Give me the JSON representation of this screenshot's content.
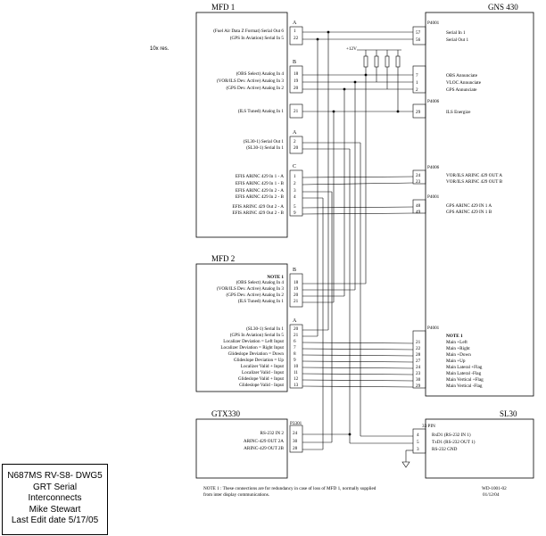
{
  "header": {
    "note": "10x res."
  },
  "boxes": {
    "mfd1": "MFD 1",
    "mfd2": "MFD 2",
    "gtx330": "GTX330",
    "gns430": "GNS 430",
    "sl30": "SL30"
  },
  "mfd1": {
    "conn_a1": "A",
    "conn_b": "B",
    "conn_a2": "A",
    "conn_c": "C",
    "pins": [
      {
        "label": "(Fuel Air Data Z Format)  Serial Out 6",
        "pin": "1"
      },
      {
        "label": "(GPS In Aviation)  Serial In 5",
        "pin": "22"
      },
      {
        "label": "(OBS Select)  Analog In 4",
        "pin": "18"
      },
      {
        "label": "(VOR/ILS Dev. Active)  Analog In 3",
        "pin": "19"
      },
      {
        "label": "(GPS Dev. Active)  Analog In 2",
        "pin": "20"
      },
      {
        "label": "(ILS Tuned)  Analog In 1",
        "pin": "21"
      },
      {
        "label": "(SL30-1)  Serial Out 1",
        "pin": "2"
      },
      {
        "label": "(SL30-1)  Serial In 1",
        "pin": "20"
      },
      {
        "label": "EFIS ARINC 429 In 1 - A",
        "pin": "1"
      },
      {
        "label": "EFIS ARINC 429 In 1 - B",
        "pin": "2"
      },
      {
        "label": "EFIS ARINC 429 In 2 - A",
        "pin": "3"
      },
      {
        "label": "EFIS ARINC 429 In 2 - B",
        "pin": "4"
      },
      {
        "label": "EFIS ARINC 429 Out 2 - A",
        "pin": "5"
      },
      {
        "label": "EFIS ARINC 429 Out 2 - B",
        "pin": "9"
      }
    ]
  },
  "mfd2": {
    "conn_b": "B",
    "conn_a": "A",
    "note": "NOTE 1",
    "pins": [
      {
        "label": "(OBS Select)  Analog In 4",
        "pin": "18"
      },
      {
        "label": "(VOR/ILS Dev. Active)  Analog In 3",
        "pin": "19"
      },
      {
        "label": "(GPS Dev. Active)  Analog In 2",
        "pin": "20"
      },
      {
        "label": "(ILS Tuned)  Analog In 1",
        "pin": "21"
      },
      {
        "label": "(SL30-1)  Serial In 1",
        "pin": "20"
      },
      {
        "label": "(GPS In Aviation)  Serial In 5",
        "pin": "21"
      },
      {
        "label": "Localizer Deviation = Left Input",
        "pin": "6"
      },
      {
        "label": "Localizer Deviation = Right Input",
        "pin": "7"
      },
      {
        "label": "Glideslope Deviation = Down",
        "pin": "8"
      },
      {
        "label": "Glideslope Deviation = Up",
        "pin": "9"
      },
      {
        "label": "Localizer Valid + Input",
        "pin": "10"
      },
      {
        "label": "Localizer Valid - Input",
        "pin": "11"
      },
      {
        "label": "Glideslope Valid + Input",
        "pin": "12"
      },
      {
        "label": "Glideslope Valid - Input",
        "pin": "13"
      }
    ]
  },
  "gns430": {
    "conn_p4001a": "P4001",
    "conn_p4006a": "P4006",
    "conn_p4006b": "P4006",
    "conn_p4001b": "P4001",
    "conn_p4001c": "P4001",
    "note": "NOTE 1",
    "pins": [
      {
        "pin": "57",
        "label": "Serial In 1"
      },
      {
        "pin": "56",
        "label": "Serial Out 1"
      },
      {
        "pin": "7",
        "label": "OBS Annunciate"
      },
      {
        "pin": "1",
        "label": "VLOC Annunciate"
      },
      {
        "pin": "2",
        "label": "GPS Annunciate"
      },
      {
        "pin": "29",
        "label": "ILS Energize"
      },
      {
        "pin": "24",
        "label": "VOR/ILS ARINC 429 OUT A"
      },
      {
        "pin": "23",
        "label": "VOR/ILS ARINC 429 OUT B"
      },
      {
        "pin": "48",
        "label": "GPS ARINC 429 IN 1 A"
      },
      {
        "pin": "49",
        "label": "GPS ARINC 429 IN 1 B"
      },
      {
        "pin": "21",
        "label": "Main +Left"
      },
      {
        "pin": "22",
        "label": "Main +Right"
      },
      {
        "pin": "28",
        "label": "Main +Down"
      },
      {
        "pin": "27",
        "label": "Main +Up"
      },
      {
        "pin": "24",
        "label": "Main Lateral +Flag"
      },
      {
        "pin": "23",
        "label": "Main Lateral -Flag"
      },
      {
        "pin": "30",
        "label": "Main Vertical +Flag"
      },
      {
        "pin": "29",
        "label": "Main Vertical -Flag"
      }
    ]
  },
  "supply": "+12V",
  "gtx330": {
    "conn": "P3301",
    "pins": [
      {
        "label": "RS-232 IN 2",
        "pin": "24"
      },
      {
        "label": "ARINC-429 OUT 2A",
        "pin": "30"
      },
      {
        "label": "ARINC-429 OUT 2B",
        "pin": "28"
      }
    ]
  },
  "sl30": {
    "conn": "33 PIN",
    "pins": [
      {
        "pin": "4",
        "label": "RxD1  (RS-232 IN 1)"
      },
      {
        "pin": "5",
        "label": "TxD1  (RS-232 OUT 1)"
      },
      {
        "pin": "3",
        "label": "RS-232 GND"
      }
    ]
  },
  "footnote": {
    "line1": "NOTE 1 :  These connections are for redundancy in case of loss of MFD 1, normally supplied",
    "line2": "from inter display communications."
  },
  "drawing_no": {
    "line1": "WD-1001-02",
    "line2": "01/12/04"
  },
  "title_block": {
    "line1": "N687MS RV-S8- DWG5",
    "line2": "GRT Serial",
    "line3": "Interconnects",
    "line4": "Mike Stewart",
    "line5": "Last Edit date 5/17/05"
  }
}
